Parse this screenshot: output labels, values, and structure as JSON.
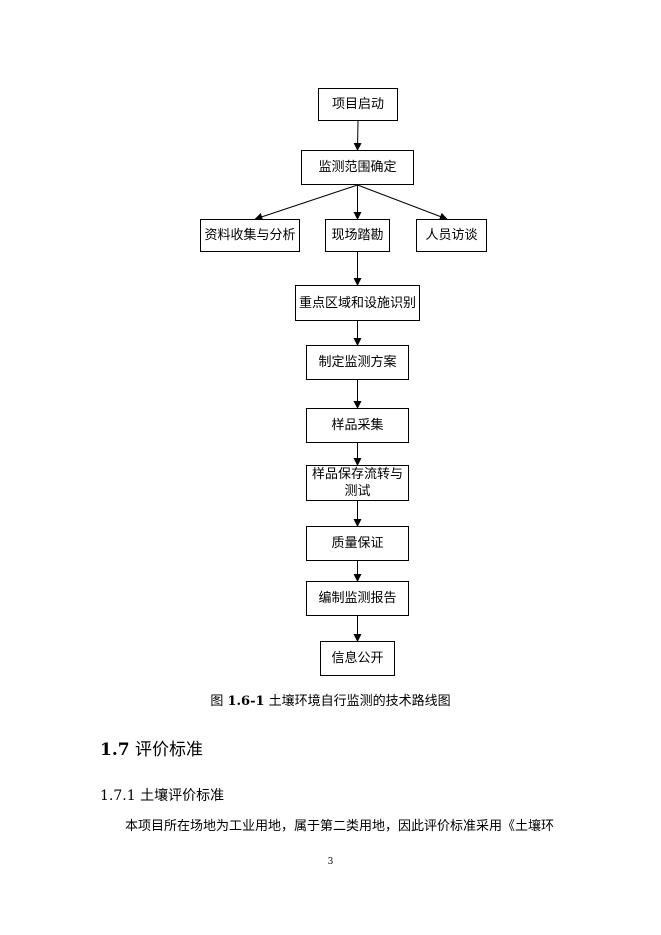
{
  "flowchart": {
    "nodes": [
      {
        "id": "start",
        "label": "项目启动"
      },
      {
        "id": "scope",
        "label": "监测范围确定"
      },
      {
        "id": "collect",
        "label": "资料收集与分析"
      },
      {
        "id": "survey",
        "label": "现场踏勘"
      },
      {
        "id": "interview",
        "label": "人员访谈"
      },
      {
        "id": "identify",
        "label": "重点区域和设施识别"
      },
      {
        "id": "plan",
        "label": "制定监测方案"
      },
      {
        "id": "sampling",
        "label": "样品采集"
      },
      {
        "id": "preserve",
        "label": "样品保存流转与\n测试"
      },
      {
        "id": "qa",
        "label": "质量保证"
      },
      {
        "id": "report",
        "label": "编制监测报告"
      },
      {
        "id": "publish",
        "label": "信息公开"
      }
    ],
    "edges": [
      [
        "start",
        "scope"
      ],
      [
        "scope",
        "collect"
      ],
      [
        "scope",
        "survey"
      ],
      [
        "scope",
        "interview"
      ],
      [
        "survey",
        "identify"
      ],
      [
        "identify",
        "plan"
      ],
      [
        "plan",
        "sampling"
      ],
      [
        "sampling",
        "preserve"
      ],
      [
        "preserve",
        "qa"
      ],
      [
        "qa",
        "report"
      ],
      [
        "report",
        "publish"
      ]
    ]
  },
  "caption": {
    "prefix": "图 ",
    "number": "1.6-1",
    "text": "  土壤环境自行监测的技术路线图"
  },
  "section": {
    "number": "1.7",
    "title": " 评价标准"
  },
  "subsection": {
    "number": "1.7.1",
    "title": " 土壤评价标准"
  },
  "paragraph": "本项目所在场地为工业用地，属于第二类用地，因此评价标准采用《土壤环",
  "page_number": "3"
}
